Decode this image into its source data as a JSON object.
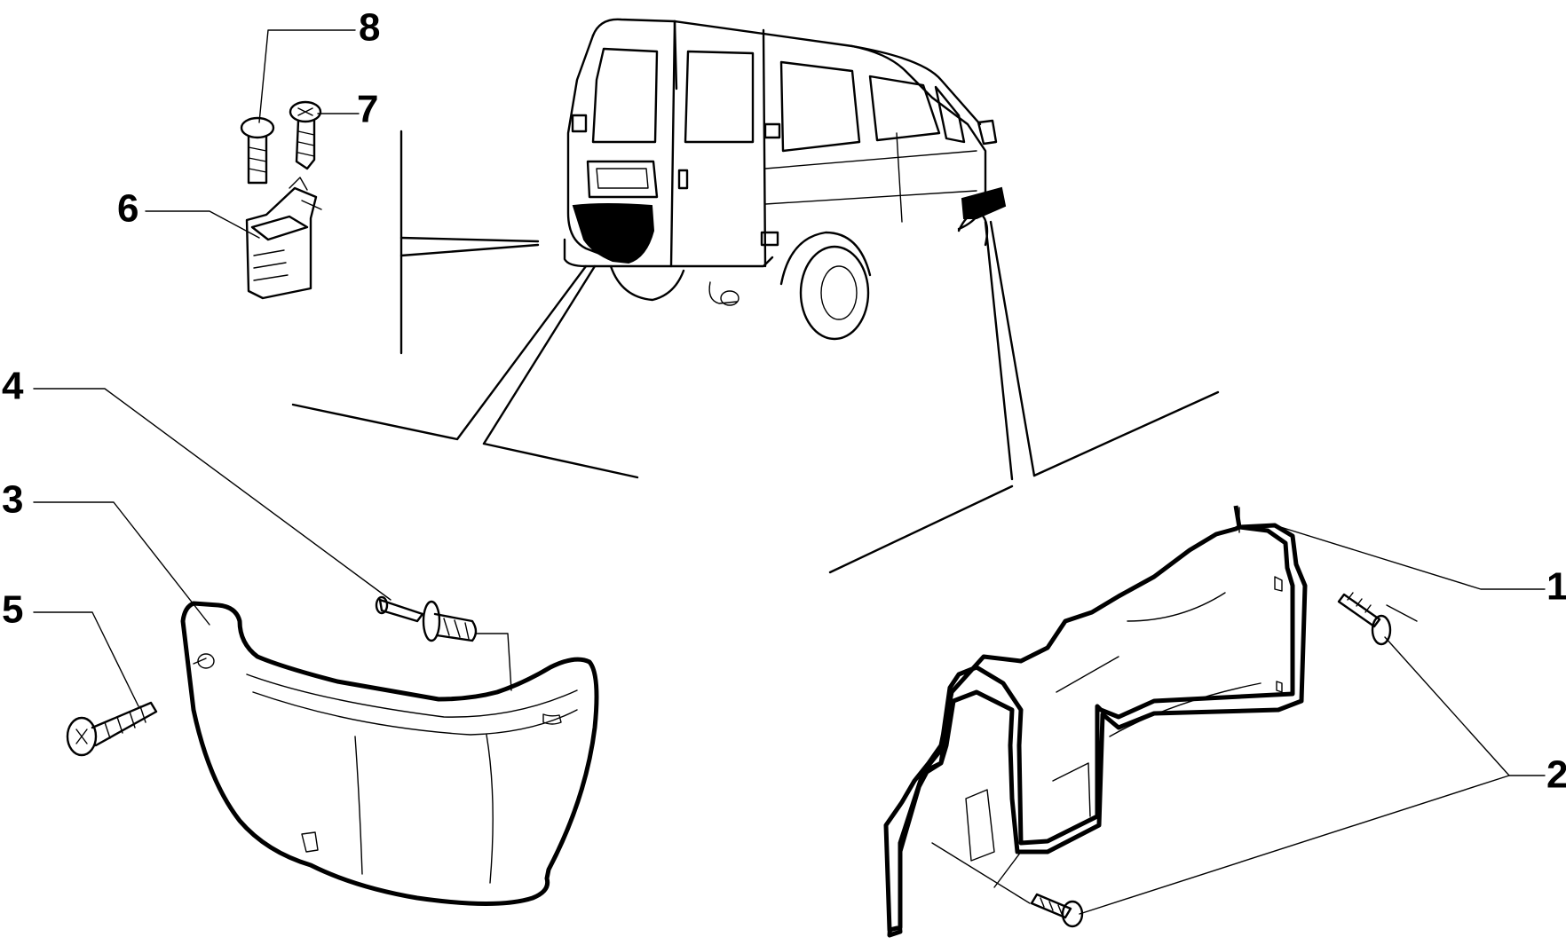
{
  "diagram": {
    "callouts": [
      {
        "id": "1",
        "label": "1"
      },
      {
        "id": "2",
        "label": "2"
      },
      {
        "id": "3",
        "label": "3"
      },
      {
        "id": "4",
        "label": "4"
      },
      {
        "id": "5",
        "label": "5"
      },
      {
        "id": "6",
        "label": "6"
      },
      {
        "id": "7",
        "label": "7"
      },
      {
        "id": "8",
        "label": "8"
      }
    ]
  },
  "colors": {
    "ink": "#000000",
    "paper": "#ffffff"
  }
}
